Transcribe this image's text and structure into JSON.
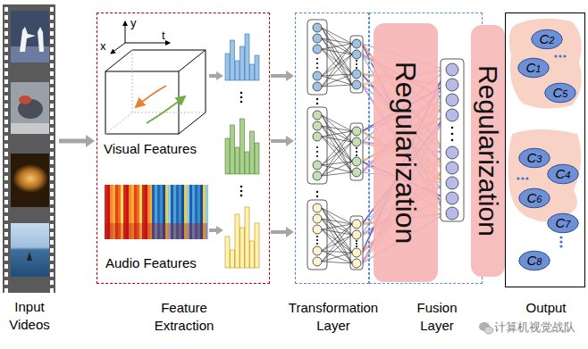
{
  "diagram": {
    "nodes": [
      {
        "text": [
          "Visual Features",
          "Audio Features",
          "Feature Extraction"
        ]
      },
      {
        "text": [
          "Transformation Layer"
        ]
      },
      {
        "text": [
          "Fusion Layer"
        ]
      },
      {
        "text": [
          "Regularization"
        ],
        "in": 2
      },
      {
        "text": [
          "Regularization"
        ]
      },
      {
        "text": [
          "Output"
        ]
      },
      {
        "text": [
          "C2"
        ],
        "in": 5
      },
      {
        "text": [
          "C1"
        ],
        "in": 5
      },
      {
        "text": [
          "C5"
        ],
        "in": 5
      },
      {
        "text": [
          "C3"
        ],
        "in": 5
      },
      {
        "text": [
          "C4"
        ],
        "in": 5
      },
      {
        "text": [
          "C6"
        ],
        "in": 5
      },
      {
        "text": [
          "C7"
        ],
        "in": 5
      },
      {
        "text": [
          "C8"
        ],
        "in": 5
      }
    ],
    "edges": [
      {
        "from": 0,
        "to": 1,
        "arrow": "to"
      },
      {
        "from": 0,
        "to": 1,
        "arrow": "to"
      },
      {
        "from": 0,
        "to": 1,
        "arrow": "to"
      }
    ],
    "labels": [
      "Input Videos",
      "y",
      "x",
      "t",
      "计算机视觉战队"
    ]
  }
}
